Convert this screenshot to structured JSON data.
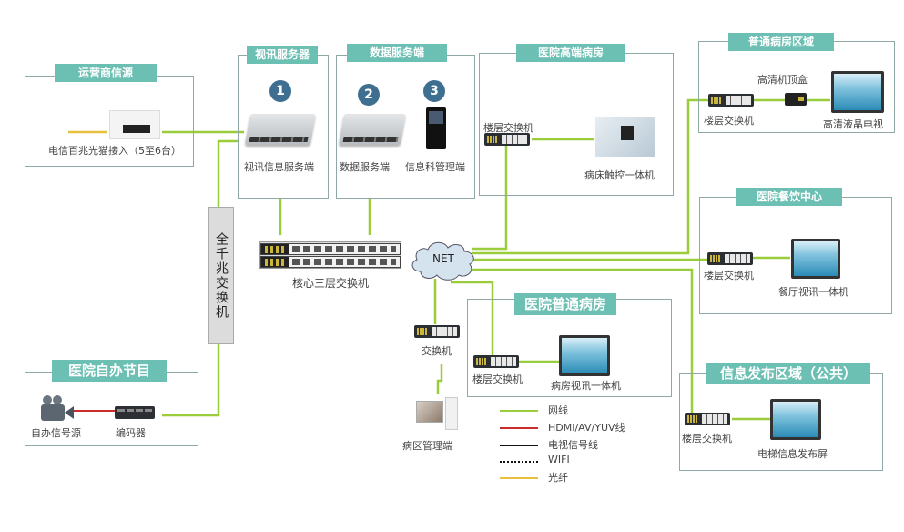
{
  "colors": {
    "title_bg": "#6cbfb3",
    "box_border": "#8fa8a8",
    "network_line": "#9acd3c",
    "hdmi_line": "#cc2b2b",
    "tv_line": "#111111",
    "wifi_line": "#111111",
    "fiber_line": "#e8c040",
    "badge": "#3f6f90"
  },
  "sections": {
    "isp": {
      "title": "运营商信源",
      "device_label": "电信百兆光猫接入（5至6台）"
    },
    "video_server": {
      "title": "视讯服务器",
      "badge": "1",
      "device_label": "视讯信息服务端"
    },
    "data_server": {
      "title": "数据服务端",
      "badge_a": "2",
      "label_a": "数据服务端",
      "badge_b": "3",
      "label_b": "信息科管理端"
    },
    "vip_ward": {
      "title": "医院高端病房",
      "switch_label": "楼层交换机",
      "device_label": "病床触控一体机"
    },
    "general_ward_area": {
      "title": "普通病房区域",
      "switch_label": "楼层交换机",
      "stb_label": "高清机顶盒",
      "tv_label": "高清液晶电视"
    },
    "canteen": {
      "title": "医院餐饮中心",
      "switch_label": "楼层交换机",
      "device_label": "餐厅视讯一体机"
    },
    "gigabit_switch": {
      "label": "全千兆交换机"
    },
    "core_switch": {
      "label": "核心三层交换机"
    },
    "net": {
      "label": "NET"
    },
    "general_ward": {
      "title": "医院普通病房",
      "switch_label": "楼层交换机",
      "device_label": "病房视讯一体机"
    },
    "ward_admin": {
      "switch_label": "交换机",
      "pc_label": "病区管理端"
    },
    "self_program": {
      "title": "医院自办节目",
      "source_label": "自办信号源",
      "encoder_label": "编码器"
    },
    "info_release": {
      "title": "信息发布区域（公共）",
      "switch_label": "楼层交换机",
      "device_label": "电梯信息发布屏"
    }
  },
  "legend": [
    {
      "label": "网线",
      "style": "network"
    },
    {
      "label": "HDMI/AV/YUV线",
      "style": "hdmi"
    },
    {
      "label": "电视信号线",
      "style": "tv"
    },
    {
      "label": "WIFI",
      "style": "wifi"
    },
    {
      "label": "光纤",
      "style": "fiber"
    }
  ]
}
